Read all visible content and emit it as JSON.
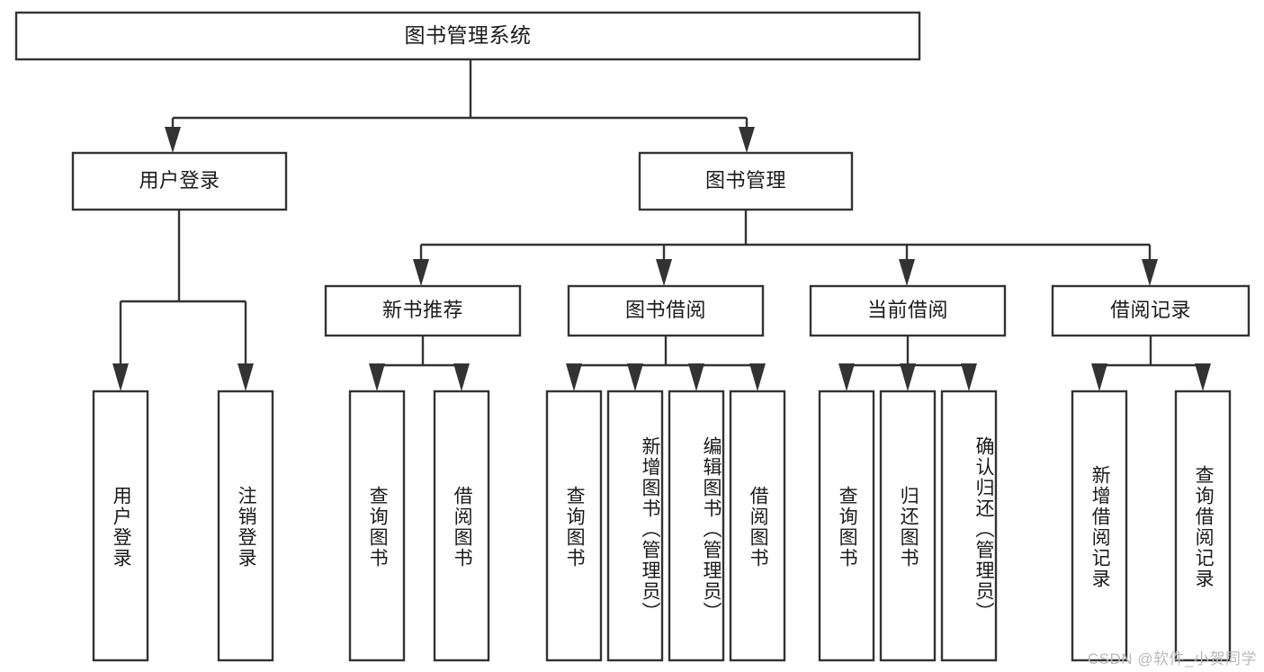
{
  "diagram": {
    "title": "图书管理系统",
    "type": "tree-hierarchy-chart",
    "watermark": "CSDN @软件_小贺同学",
    "colors": {
      "box_stroke": "#333333",
      "box_fill": "#ffffff",
      "text": "#1a1a1a",
      "background": "#ffffff",
      "watermark": "#b9b9b9"
    },
    "nodes": {
      "root": {
        "label": "图书管理系统"
      },
      "level2": [
        {
          "label": "用户登录"
        },
        {
          "label": "图书管理"
        }
      ],
      "level3": [
        {
          "label": "新书推荐"
        },
        {
          "label": "图书借阅"
        },
        {
          "label": "当前借阅"
        },
        {
          "label": "借阅记录"
        }
      ],
      "leaves": {
        "user_login": [
          {
            "label": "用户登录"
          },
          {
            "label": "注销登录"
          }
        ],
        "new_book_recommend": [
          {
            "label": "查询图书"
          },
          {
            "label": "借阅图书"
          }
        ],
        "book_borrow": [
          {
            "label": "查询图书"
          },
          {
            "label": "新增图书（管理员）"
          },
          {
            "label": "编辑图书（管理员）"
          },
          {
            "label": "借阅图书"
          }
        ],
        "current_borrow": [
          {
            "label": "查询图书"
          },
          {
            "label": "归还图书"
          },
          {
            "label": "确认归还（管理员）"
          }
        ],
        "borrow_record": [
          {
            "label": "新增借阅记录"
          },
          {
            "label": "查询借阅记录"
          }
        ]
      }
    }
  }
}
